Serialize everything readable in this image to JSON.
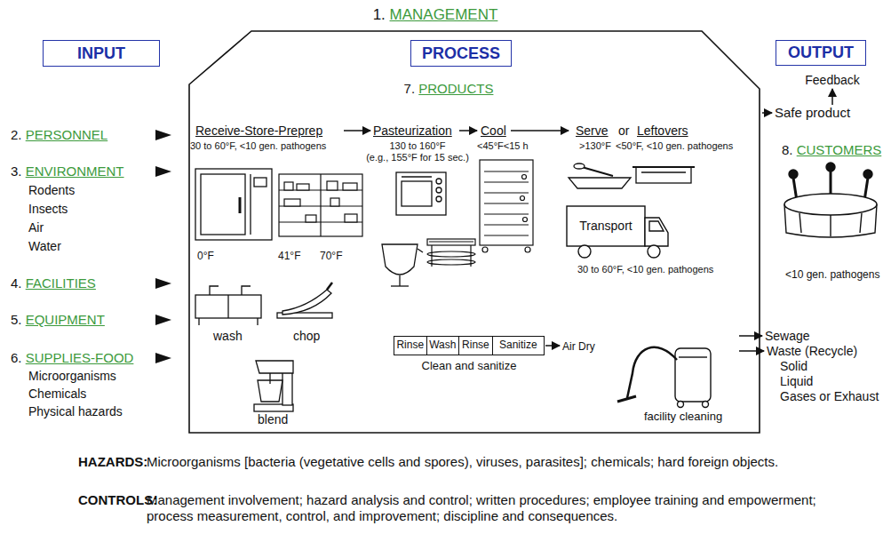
{
  "diagram": {
    "nodes": [
      {
        "text": [
          "1. MANAGEMENT"
        ]
      },
      {
        "text": [
          "INPUT"
        ]
      },
      {
        "text": [
          "PROCESS"
        ],
        "in": 0
      },
      {
        "text": [
          "OUTPUT"
        ]
      },
      {
        "text": [
          "Rinse",
          "Wash",
          "Rinse",
          "Sanitize",
          "Clean and sanitize"
        ],
        "in": 0
      }
    ],
    "labels": [
      "2. PERSONNEL",
      "3. ENVIRONMENT",
      "Rodents",
      "Insects",
      "Air",
      "Water",
      "4. FACILITIES",
      "5. EQUIPMENT",
      "6. SUPPLIES-FOOD",
      "Microorganisms",
      "Chemicals",
      "Physical hazards",
      "7. PRODUCTS",
      "Receive-Store-Preprep",
      "30 to 60°F, <10 gen. pathogens",
      "Pasteurization",
      "130 to 160°F",
      "(e.g., 155°F for 15 sec.)",
      "Cool",
      "<45°F<15 h",
      "Serve",
      "or",
      "Leftovers",
      ">130°F",
      "<50°F, <10 gen. pathogens",
      "0°F",
      "41°F",
      "70°F",
      "Transport",
      "30 to 60°F, <10 gen. pathogens",
      "wash",
      "chop",
      "blend",
      "Air Dry",
      "facility cleaning",
      "Feedback",
      "Safe product",
      "8. CUSTOMERS",
      "<10 gen. pathogens",
      "Sewage",
      "Waste (Recycle)",
      "Solid",
      "Liquid",
      "Gases or Exhaust",
      "HAZARDS:",
      "Microorganisms [bacteria (vegetative cells and spores), viruses, parasites]; chemicals; hard foreign objects.",
      "CONTROLS:",
      "Management involvement; hazard analysis and control; written procedures; employee training and empowerment; process measurement, control, and improvement; discipline and consequences."
    ]
  }
}
